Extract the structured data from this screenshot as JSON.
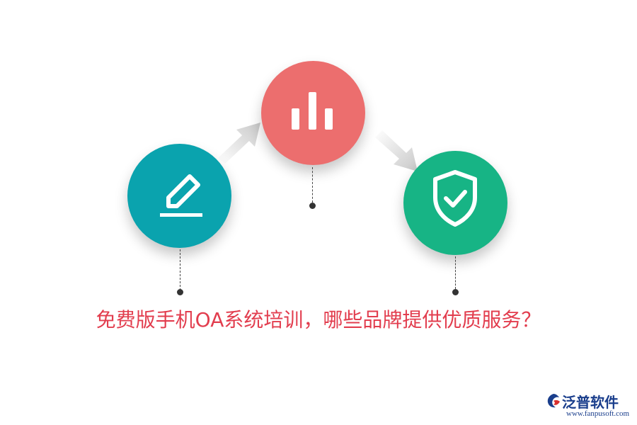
{
  "colors": {
    "teal": "#0aa3ae",
    "red": "#ec6e6e",
    "green": "#17b485",
    "title": "#e23d4e",
    "arrow": "#cfcfcf",
    "logo": "#1a3e8c"
  },
  "steps": [
    {
      "icon": "pencil-icon",
      "color": "teal"
    },
    {
      "icon": "bar-chart-icon",
      "color": "red"
    },
    {
      "icon": "shield-check-icon",
      "color": "green"
    }
  ],
  "title": "免费版手机OA系统培训，哪些品牌提供优质服务？",
  "logo": {
    "name": "泛普软件",
    "url": "www.fanpusoft.com"
  }
}
